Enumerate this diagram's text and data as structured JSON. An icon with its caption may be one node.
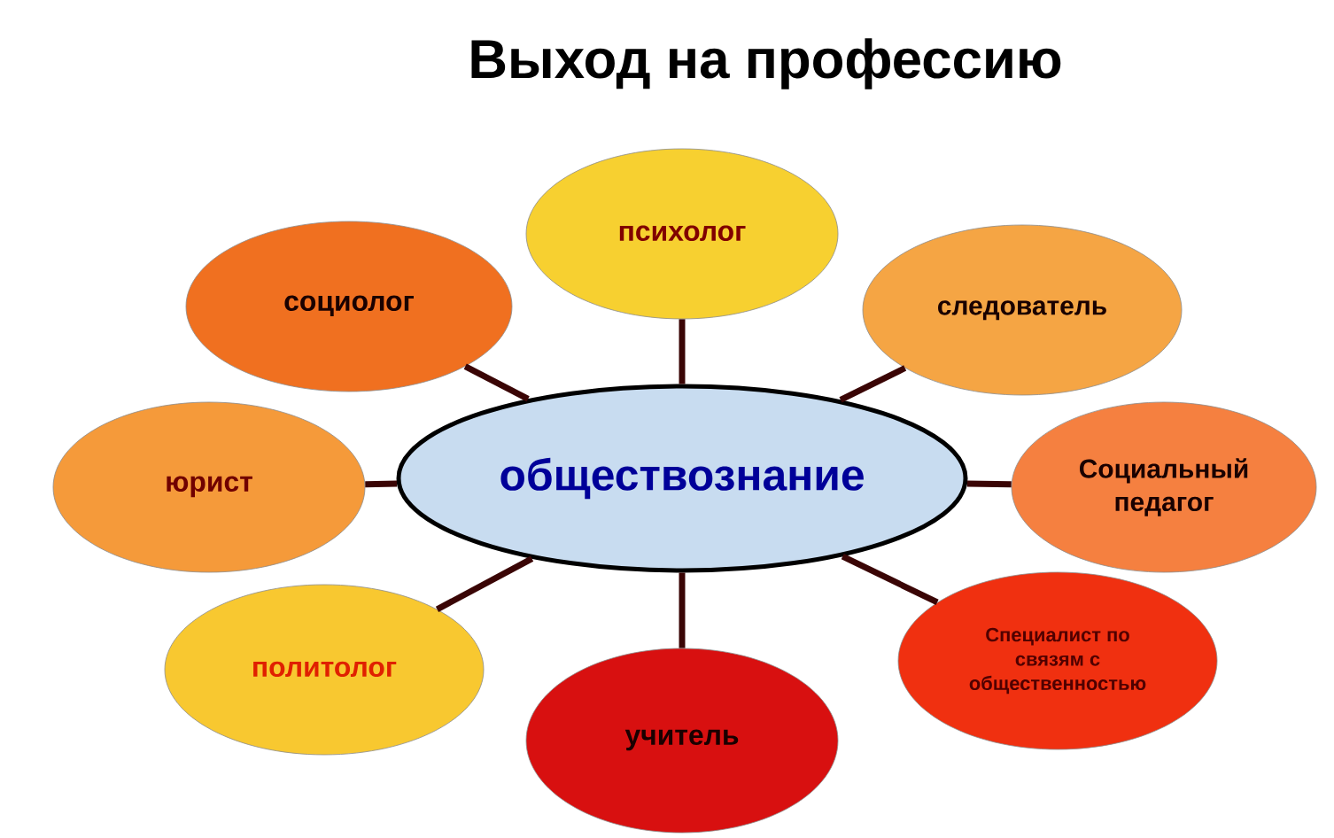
{
  "diagram": {
    "title": "Выход на профессию",
    "nodes": [
      {
        "text": [
          "обществознание"
        ]
      },
      {
        "text": [
          "психолог"
        ]
      },
      {
        "text": [
          "социолог"
        ]
      },
      {
        "text": [
          "следователь"
        ]
      },
      {
        "text": [
          "юрист"
        ]
      },
      {
        "text": [
          "Социальный педагог"
        ]
      },
      {
        "text": [
          "политолог"
        ]
      },
      {
        "text": [
          "Специалист по связям с общественностью"
        ]
      },
      {
        "text": [
          "учитель"
        ]
      }
    ],
    "edges": [
      {
        "from": 0,
        "to": 1,
        "arrow": "none"
      },
      {
        "from": 0,
        "to": 2,
        "arrow": "none"
      },
      {
        "from": 0,
        "to": 3,
        "arrow": "none"
      },
      {
        "from": 0,
        "to": 4,
        "arrow": "none"
      },
      {
        "from": 0,
        "to": 5,
        "arrow": "none"
      },
      {
        "from": 0,
        "to": 6,
        "arrow": "none"
      },
      {
        "from": 0,
        "to": 7,
        "arrow": "none"
      },
      {
        "from": 0,
        "to": 8,
        "arrow": "none"
      }
    ]
  }
}
